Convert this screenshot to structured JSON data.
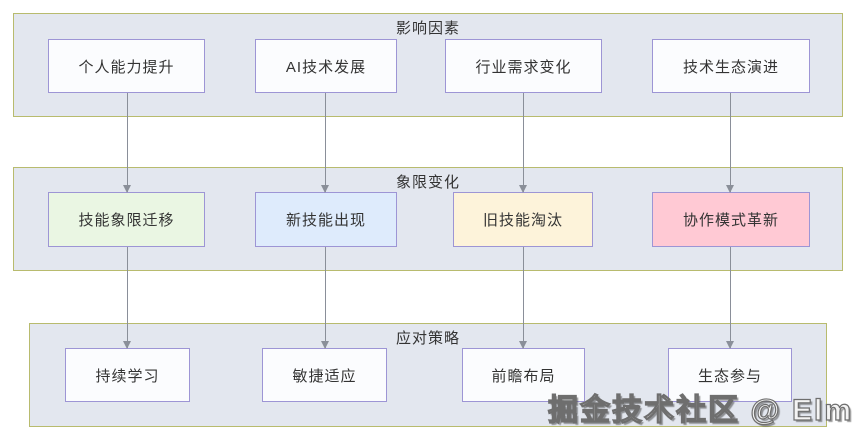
{
  "watermark": "掘金技术社区 @ Elm",
  "colors": {
    "section_fill": "#e3e7ef",
    "section_border": "#b8bb6e",
    "node_border": "#9d95d5",
    "node_default_fill": "#fbfcfe",
    "arrow": "#8a8f99",
    "text": "#333333"
  },
  "sections": [
    {
      "title": "影响因素",
      "nodes": [
        {
          "label": "个人能力提升",
          "fill": "#fbfcfe"
        },
        {
          "label": "AI技术发展",
          "fill": "#fbfcfe"
        },
        {
          "label": "行业需求变化",
          "fill": "#fbfcfe"
        },
        {
          "label": "技术生态演进",
          "fill": "#fbfcfe"
        }
      ]
    },
    {
      "title": "象限变化",
      "nodes": [
        {
          "label": "技能象限迁移",
          "fill": "#eaf6e3"
        },
        {
          "label": "新技能出现",
          "fill": "#deebfc"
        },
        {
          "label": "旧技能淘汰",
          "fill": "#fdf3da"
        },
        {
          "label": "协作模式革新",
          "fill": "#ffc9d4"
        }
      ]
    },
    {
      "title": "应对策略",
      "nodes": [
        {
          "label": "持续学习",
          "fill": "#fbfcfe"
        },
        {
          "label": "敏捷适应",
          "fill": "#fbfcfe"
        },
        {
          "label": "前瞻布局",
          "fill": "#fbfcfe"
        },
        {
          "label": "生态参与",
          "fill": "#fbfcfe"
        }
      ]
    }
  ]
}
